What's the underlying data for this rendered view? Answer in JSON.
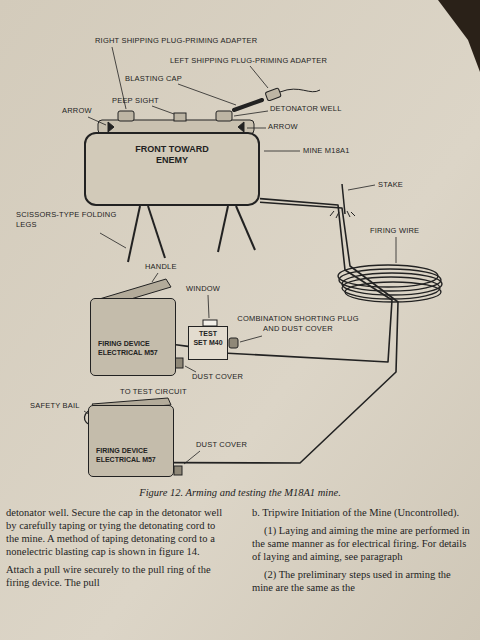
{
  "diagram": {
    "caption": "Figure 12. Arming and testing the M18A1 mine.",
    "nodes": [
      {
        "text": [
          "FRONT TOWARD ENEMY"
        ]
      },
      {
        "text": [
          "FIRING DEVICE ELECTRICAL M57"
        ]
      },
      {
        "text": [
          "TEST SET M40"
        ]
      },
      {
        "text": [
          "FIRING DEVICE ELECTRICAL M57"
        ]
      }
    ],
    "edges": [
      {
        "from": 1,
        "to": 2,
        "arrow": "none"
      },
      {
        "from": 2,
        "to": 0,
        "arrow": "none"
      },
      {
        "from": 3,
        "to": 0,
        "arrow": "none"
      }
    ],
    "labels": [
      "RIGHT SHIPPING PLUG-PRIMING ADAPTER",
      "LEFT SHIPPING PLUG-PRIMING ADAPTER",
      "BLASTING CAP",
      "PEEP SIGHT",
      "DETONATOR WELL",
      "ARROW",
      "ARROW",
      "MINE M18A1",
      "STAKE",
      "FIRING WIRE",
      "SCISSORS-TYPE FOLDING LEGS",
      "HANDLE",
      "WINDOW",
      "COMBINATION SHORTING PLUG AND DUST COVER",
      "DUST COVER",
      "TO TEST CIRCUIT",
      "SAFETY BAIL",
      "DUST COVER",
      "detonator well. Secure the cap in the detonator well by carefully taping or tying the detonating cord to the mine. A method of taping detonating cord to a nonelectric blasting cap is shown in figure 14.",
      "Attach a pull wire securely to the pull ring of the firing device. The pull",
      "b. Tripwire Initiation of the Mine (Uncontrolled).",
      "(1) Laying and aiming the mine are performed in the same manner as for electrical firing. For details of laying and aiming, see paragraph",
      "(2) The preliminary steps used in arming the mine are the same as the"
    ]
  }
}
